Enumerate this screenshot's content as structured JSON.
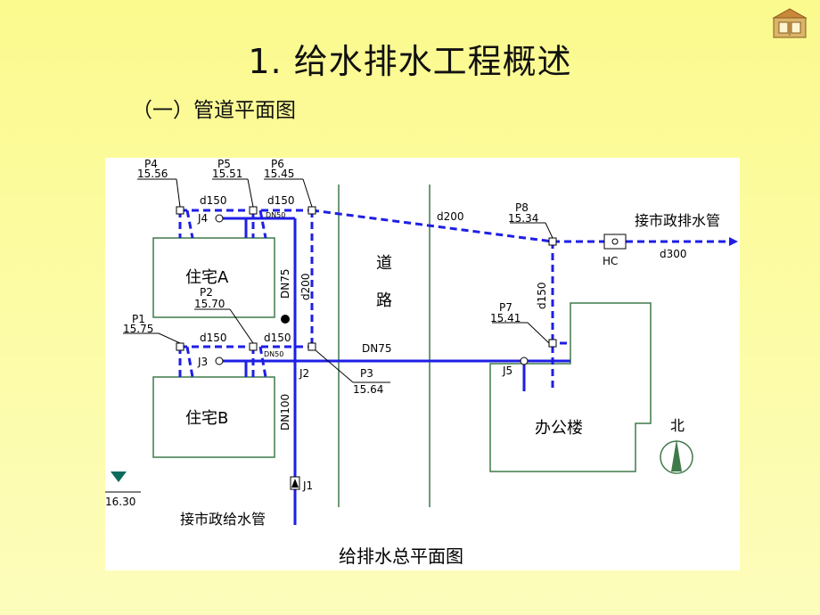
{
  "slide": {
    "title": "1. 给水排水工程概述",
    "subtitle": "（一）管道平面图"
  },
  "colors": {
    "background": "#fcfba4",
    "water_pipe": "#1e1ee6",
    "outline": "#3f7a4a"
  },
  "drawing": {
    "caption": "给排水总平面图",
    "buildings": {
      "house_a": "住宅A",
      "house_b": "住宅B",
      "office": "办公楼",
      "road_1": "道",
      "road_2": "路"
    },
    "manholes": {
      "p1": {
        "name": "P1",
        "elev": "15.75"
      },
      "p2": {
        "name": "P2",
        "elev": "15.70"
      },
      "p3": {
        "name": "P3",
        "elev": "15.64"
      },
      "p4": {
        "name": "P4",
        "elev": "15.56"
      },
      "p5": {
        "name": "P5",
        "elev": "15.51"
      },
      "p6": {
        "name": "P6",
        "elev": "15.45"
      },
      "p7": {
        "name": "P7",
        "elev": "15.41"
      },
      "p8": {
        "name": "P8",
        "elev": "15.34"
      }
    },
    "junctions": {
      "j1": "J1",
      "j2": "J2",
      "j3": "J3",
      "j4": "J4",
      "j5": "J5"
    },
    "pipe_labels": {
      "d150_a": "d150",
      "d150_b": "d150",
      "d150_c": "d150",
      "d150_d": "d150",
      "d150_v": "d150",
      "d200_top": "d200",
      "d200_v": "d200",
      "d300": "d300",
      "dn50_a": "DN50",
      "dn50_b": "DN50",
      "dn75_v": "DN75",
      "dn75_h": "DN75",
      "dn100": "DN100",
      "hc": "HC"
    },
    "connections": {
      "municipal_drain": "接市政排水管",
      "municipal_supply": "接市政给水管"
    },
    "elevation_marker": "16.30",
    "north": "北"
  }
}
